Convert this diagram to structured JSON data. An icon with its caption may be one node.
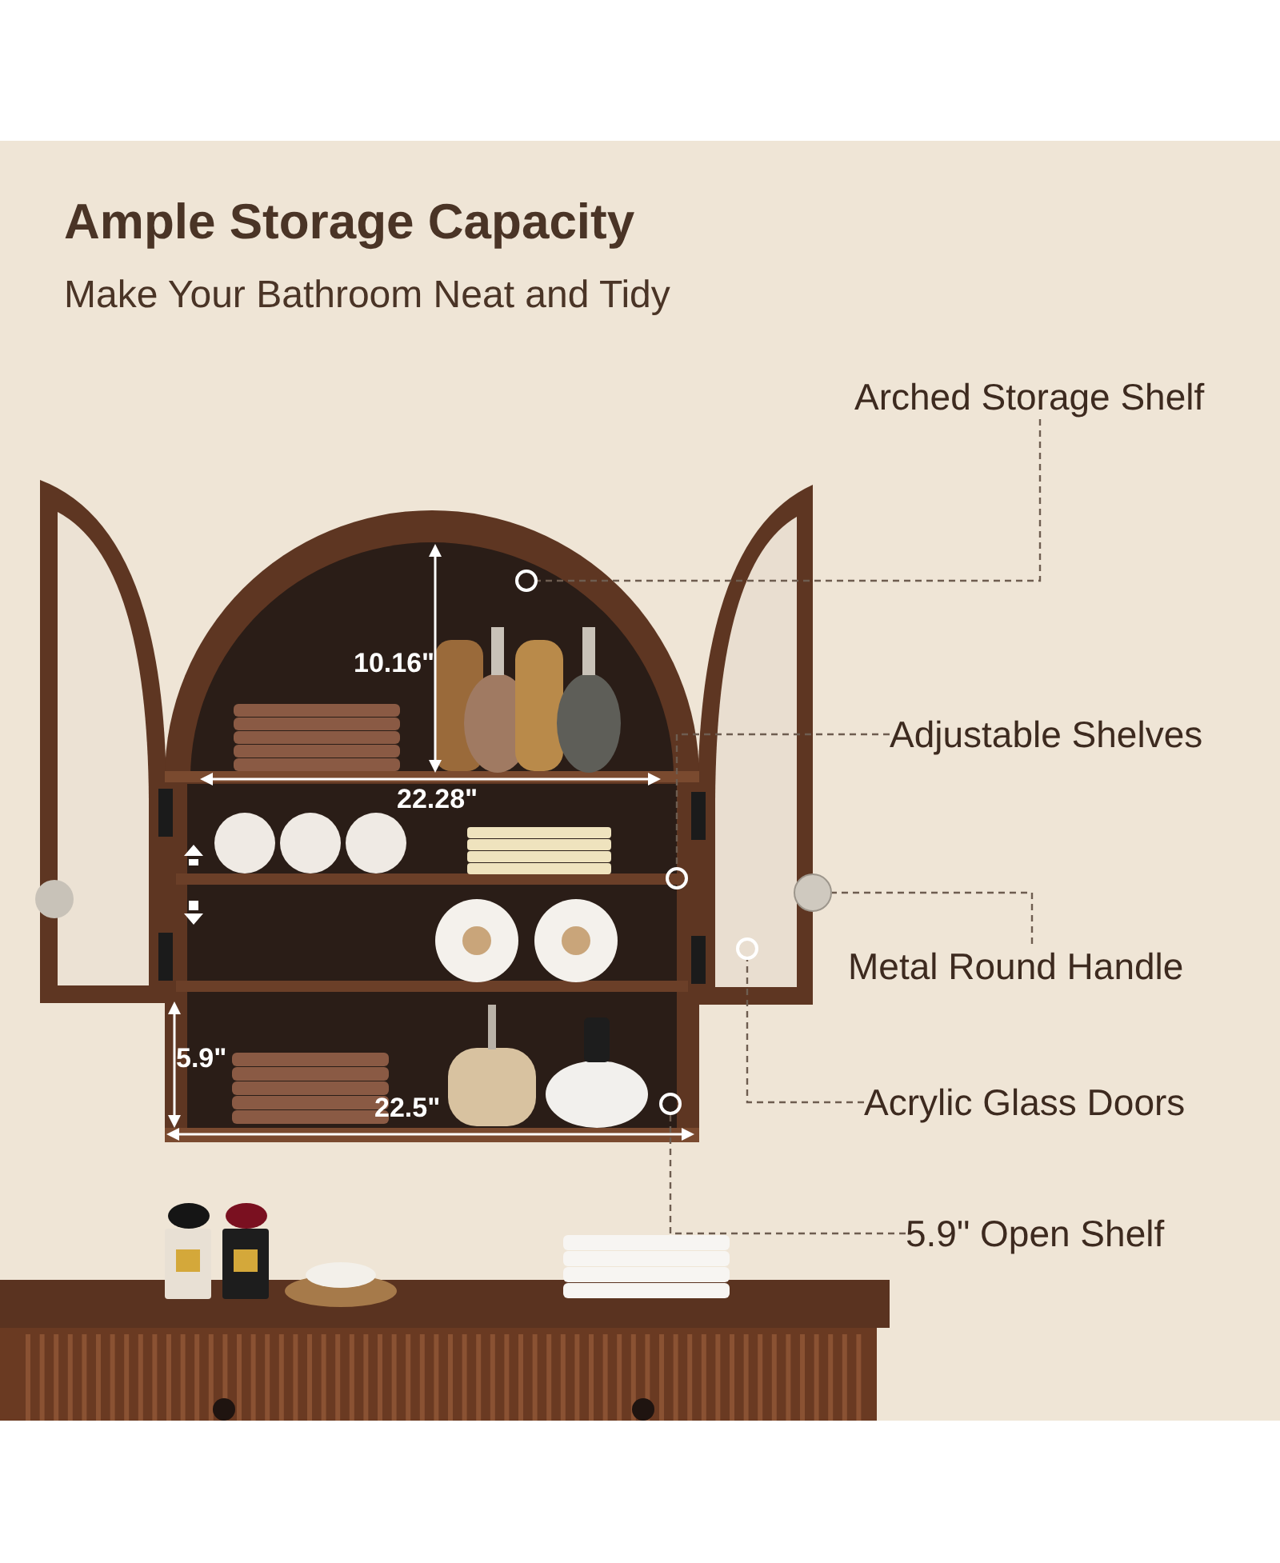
{
  "diagram": {
    "title": "Ample Storage Capacity",
    "nodes": [
      {
        "text": [
          "Arched Storage Shelf"
        ]
      },
      {
        "text": [
          "Adjustable Shelves"
        ]
      },
      {
        "text": [
          "Metal Round Handle"
        ]
      },
      {
        "text": [
          "Acrylic Glass Doors"
        ]
      },
      {
        "text": [
          "5.9\" Open Shelf"
        ]
      },
      {
        "text": [],
        "shape": "circle"
      },
      {
        "text": [],
        "shape": "circle"
      },
      {
        "text": [],
        "shape": "circle"
      },
      {
        "text": [],
        "shape": "circle"
      },
      {
        "text": [],
        "shape": "circle"
      }
    ],
    "edges": [
      {
        "from": 0,
        "to": 5,
        "arrow": "none",
        "style": "dashed"
      },
      {
        "from": 1,
        "to": 6,
        "arrow": "none",
        "style": "dashed"
      },
      {
        "from": 2,
        "to": 7,
        "arrow": "none",
        "style": "dashed"
      },
      {
        "from": 3,
        "to": 8,
        "arrow": "none",
        "style": "dashed"
      },
      {
        "from": 4,
        "to": 9,
        "arrow": "none",
        "style": "dashed"
      }
    ],
    "labels": [
      "Make Your Bathroom Neat and Tidy",
      "10.16\"",
      "22.28\"",
      "5.9\"",
      "22.5\""
    ]
  }
}
